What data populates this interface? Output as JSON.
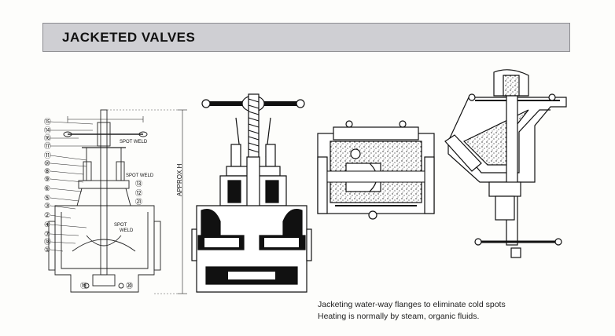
{
  "header": {
    "title": "JACKETED VALVES"
  },
  "diagram": {
    "callouts": [
      "⑮",
      "⑭",
      "⑯",
      "⑰",
      "⑪",
      "⑩",
      "⑧",
      "⑨",
      "⑥",
      "⑤",
      "③",
      "②",
      "④",
      "⑦",
      "⑱",
      "①",
      "⑬",
      "⑫",
      "㉑",
      "⑲",
      "⑳"
    ],
    "labels": {
      "spot_weld_top": "SPOT WELD",
      "spot_weld_mid": "SPOT WELD",
      "spot_weld_low_a": "SPOT",
      "spot_weld_low_b": "WELD",
      "dimension": "APPROX H"
    }
  },
  "caption": {
    "line1": "Jacketing water-way flanges to eliminate cold spots",
    "line2": "Heating is normally by steam, organic fluids."
  }
}
